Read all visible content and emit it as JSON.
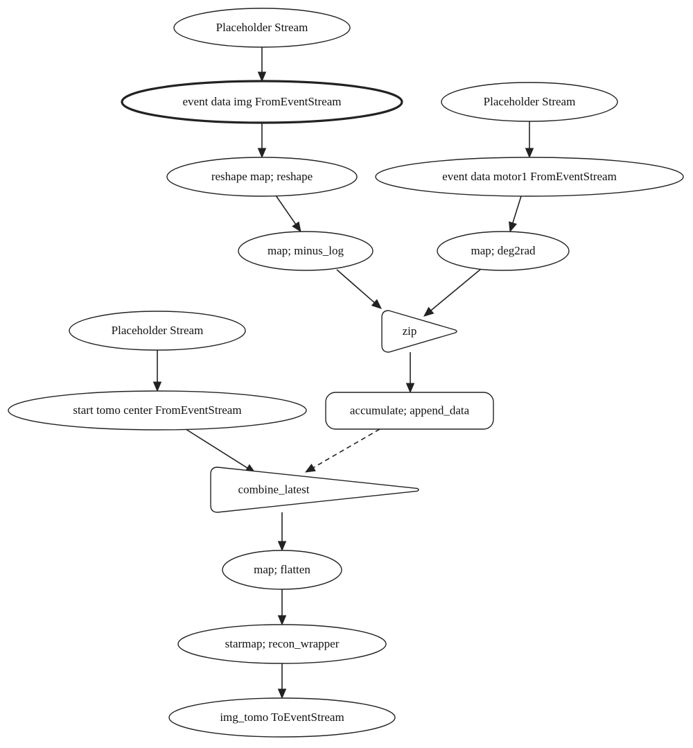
{
  "nodes": [
    {
      "id": "ph1",
      "label": "Placeholder Stream",
      "shape": "ellipse"
    },
    {
      "id": "img",
      "label": "event data img FromEventStream",
      "shape": "ellipse",
      "bold": true
    },
    {
      "id": "reshape",
      "label": "reshape map; reshape",
      "shape": "ellipse"
    },
    {
      "id": "minuslog",
      "label": "map; minus_log",
      "shape": "ellipse"
    },
    {
      "id": "ph2",
      "label": "Placeholder Stream",
      "shape": "ellipse"
    },
    {
      "id": "motor",
      "label": "event data motor1 FromEventStream",
      "shape": "ellipse"
    },
    {
      "id": "deg2rad",
      "label": "map; deg2rad",
      "shape": "ellipse"
    },
    {
      "id": "zip",
      "label": "zip",
      "shape": "triangle"
    },
    {
      "id": "accum",
      "label": "accumulate; append_data",
      "shape": "rounded-rect"
    },
    {
      "id": "ph3",
      "label": "Placeholder Stream",
      "shape": "ellipse"
    },
    {
      "id": "tomo",
      "label": "start tomo center FromEventStream",
      "shape": "ellipse"
    },
    {
      "id": "combine",
      "label": "combine_latest",
      "shape": "triangle"
    },
    {
      "id": "flatten",
      "label": "map; flatten",
      "shape": "ellipse"
    },
    {
      "id": "recon",
      "label": "starmap; recon_wrapper",
      "shape": "ellipse"
    },
    {
      "id": "out",
      "label": "img_tomo ToEventStream",
      "shape": "ellipse"
    }
  ],
  "edges": [
    {
      "from": "ph1",
      "to": "img",
      "style": "solid"
    },
    {
      "from": "img",
      "to": "reshape",
      "style": "solid"
    },
    {
      "from": "reshape",
      "to": "minuslog",
      "style": "solid"
    },
    {
      "from": "ph2",
      "to": "motor",
      "style": "solid"
    },
    {
      "from": "motor",
      "to": "deg2rad",
      "style": "solid"
    },
    {
      "from": "minuslog",
      "to": "zip",
      "style": "solid"
    },
    {
      "from": "deg2rad",
      "to": "zip",
      "style": "solid"
    },
    {
      "from": "zip",
      "to": "accum",
      "style": "solid"
    },
    {
      "from": "ph3",
      "to": "tomo",
      "style": "solid"
    },
    {
      "from": "tomo",
      "to": "combine",
      "style": "solid"
    },
    {
      "from": "accum",
      "to": "combine",
      "style": "dashed"
    },
    {
      "from": "combine",
      "to": "flatten",
      "style": "solid"
    },
    {
      "from": "flatten",
      "to": "recon",
      "style": "solid"
    },
    {
      "from": "recon",
      "to": "out",
      "style": "solid"
    }
  ]
}
